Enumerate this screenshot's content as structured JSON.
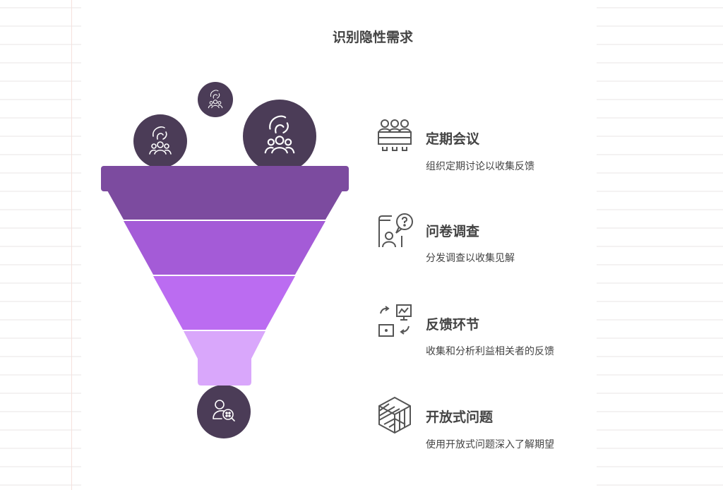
{
  "title": "识别隐性需求",
  "items": [
    {
      "title": "定期会议",
      "desc": "组织定期讨论以收集反馈",
      "icon": "meeting-icon"
    },
    {
      "title": "问卷调查",
      "desc": "分发调查以收集见解",
      "icon": "survey-icon"
    },
    {
      "title": "反馈环节",
      "desc": "收集和分析利益相关者的反馈",
      "icon": "feedback-loop-icon"
    },
    {
      "title": "开放式问题",
      "desc": "使用开放式问题深入了解期望",
      "icon": "cube-icon"
    }
  ],
  "colors": {
    "band1": "#7c4b9f",
    "band2": "#a45bd7",
    "band3": "#bb6cf1",
    "band4": "#d9a7fb",
    "circle": "#4b3c57"
  }
}
